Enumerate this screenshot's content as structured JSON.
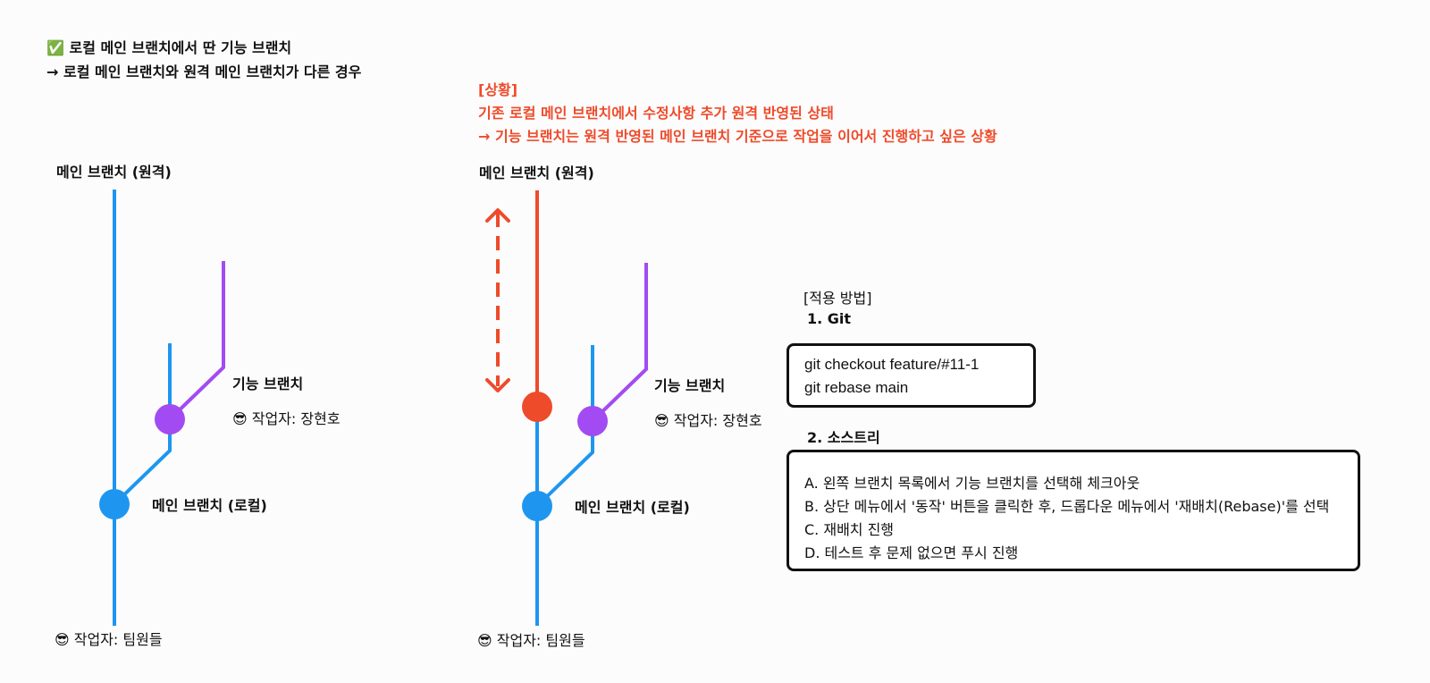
{
  "header": {
    "check_icon": "✅",
    "line1": "로컬 메인 브랜치에서 딴 기능 브랜치",
    "line2": "→ 로컬 메인 브랜치와 원격 메인 브랜치가 다른 경우"
  },
  "situation": {
    "line1": "[상황]",
    "line2": "기존 로컬 메인 브랜치에서 수정사항 추가 원격 반영된 상태",
    "line3": "→ 기능 브랜치는 원격 반영된 메인 브랜치 기준으로 작업을 이어서 진행하고 싶은 상황"
  },
  "left_diagram": {
    "remote_label": "메인 브랜치 (원격)",
    "feature_label": "기능 브랜치",
    "feature_author": "😎 작업자: 장현호",
    "local_label": "메인 브랜치 (로컬)",
    "team_author": "😎 작업자: 팀원들"
  },
  "right_diagram": {
    "remote_label": "메인 브랜치 (원격)",
    "feature_label": "기능 브랜치",
    "feature_author": "😎 작업자: 장현호",
    "local_label": "메인 브랜치 (로컬)",
    "team_author": "😎 작업자: 팀원들"
  },
  "method": {
    "heading": "[적용 방법]",
    "git_title": "1. Git",
    "git_commands": [
      "git checkout feature/#11-1",
      "git rebase main"
    ],
    "sourcetree_title": "2. 소스트리",
    "sourcetree_steps": [
      "A. 왼쪽 브랜치 목록에서 기능 브랜치를 선택해 체크아웃",
      "B. 상단 메뉴에서 '동작' 버튼을 클릭한 후, 드롭다운 메뉴에서 '재배치(Rebase)'를 선택",
      "C. 재배치 진행",
      "D. 테스트 후 문제 없으면 푸시 진행"
    ]
  },
  "colors": {
    "main_branch": "#1e96f0",
    "feature_branch": "#a24bf2",
    "remote_branch": "#ee4b2b",
    "situation_text": "#ee4b2b"
  }
}
